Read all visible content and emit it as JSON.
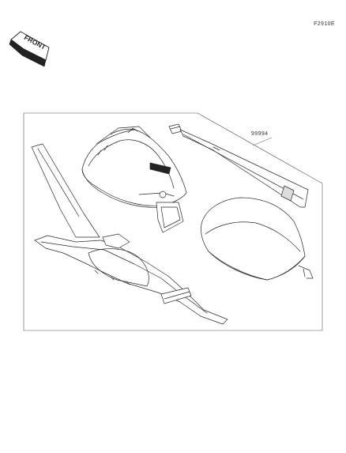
{
  "diagram": {
    "figure_code": "F2910E",
    "front_label": "FRONT",
    "part_number": "99994"
  }
}
